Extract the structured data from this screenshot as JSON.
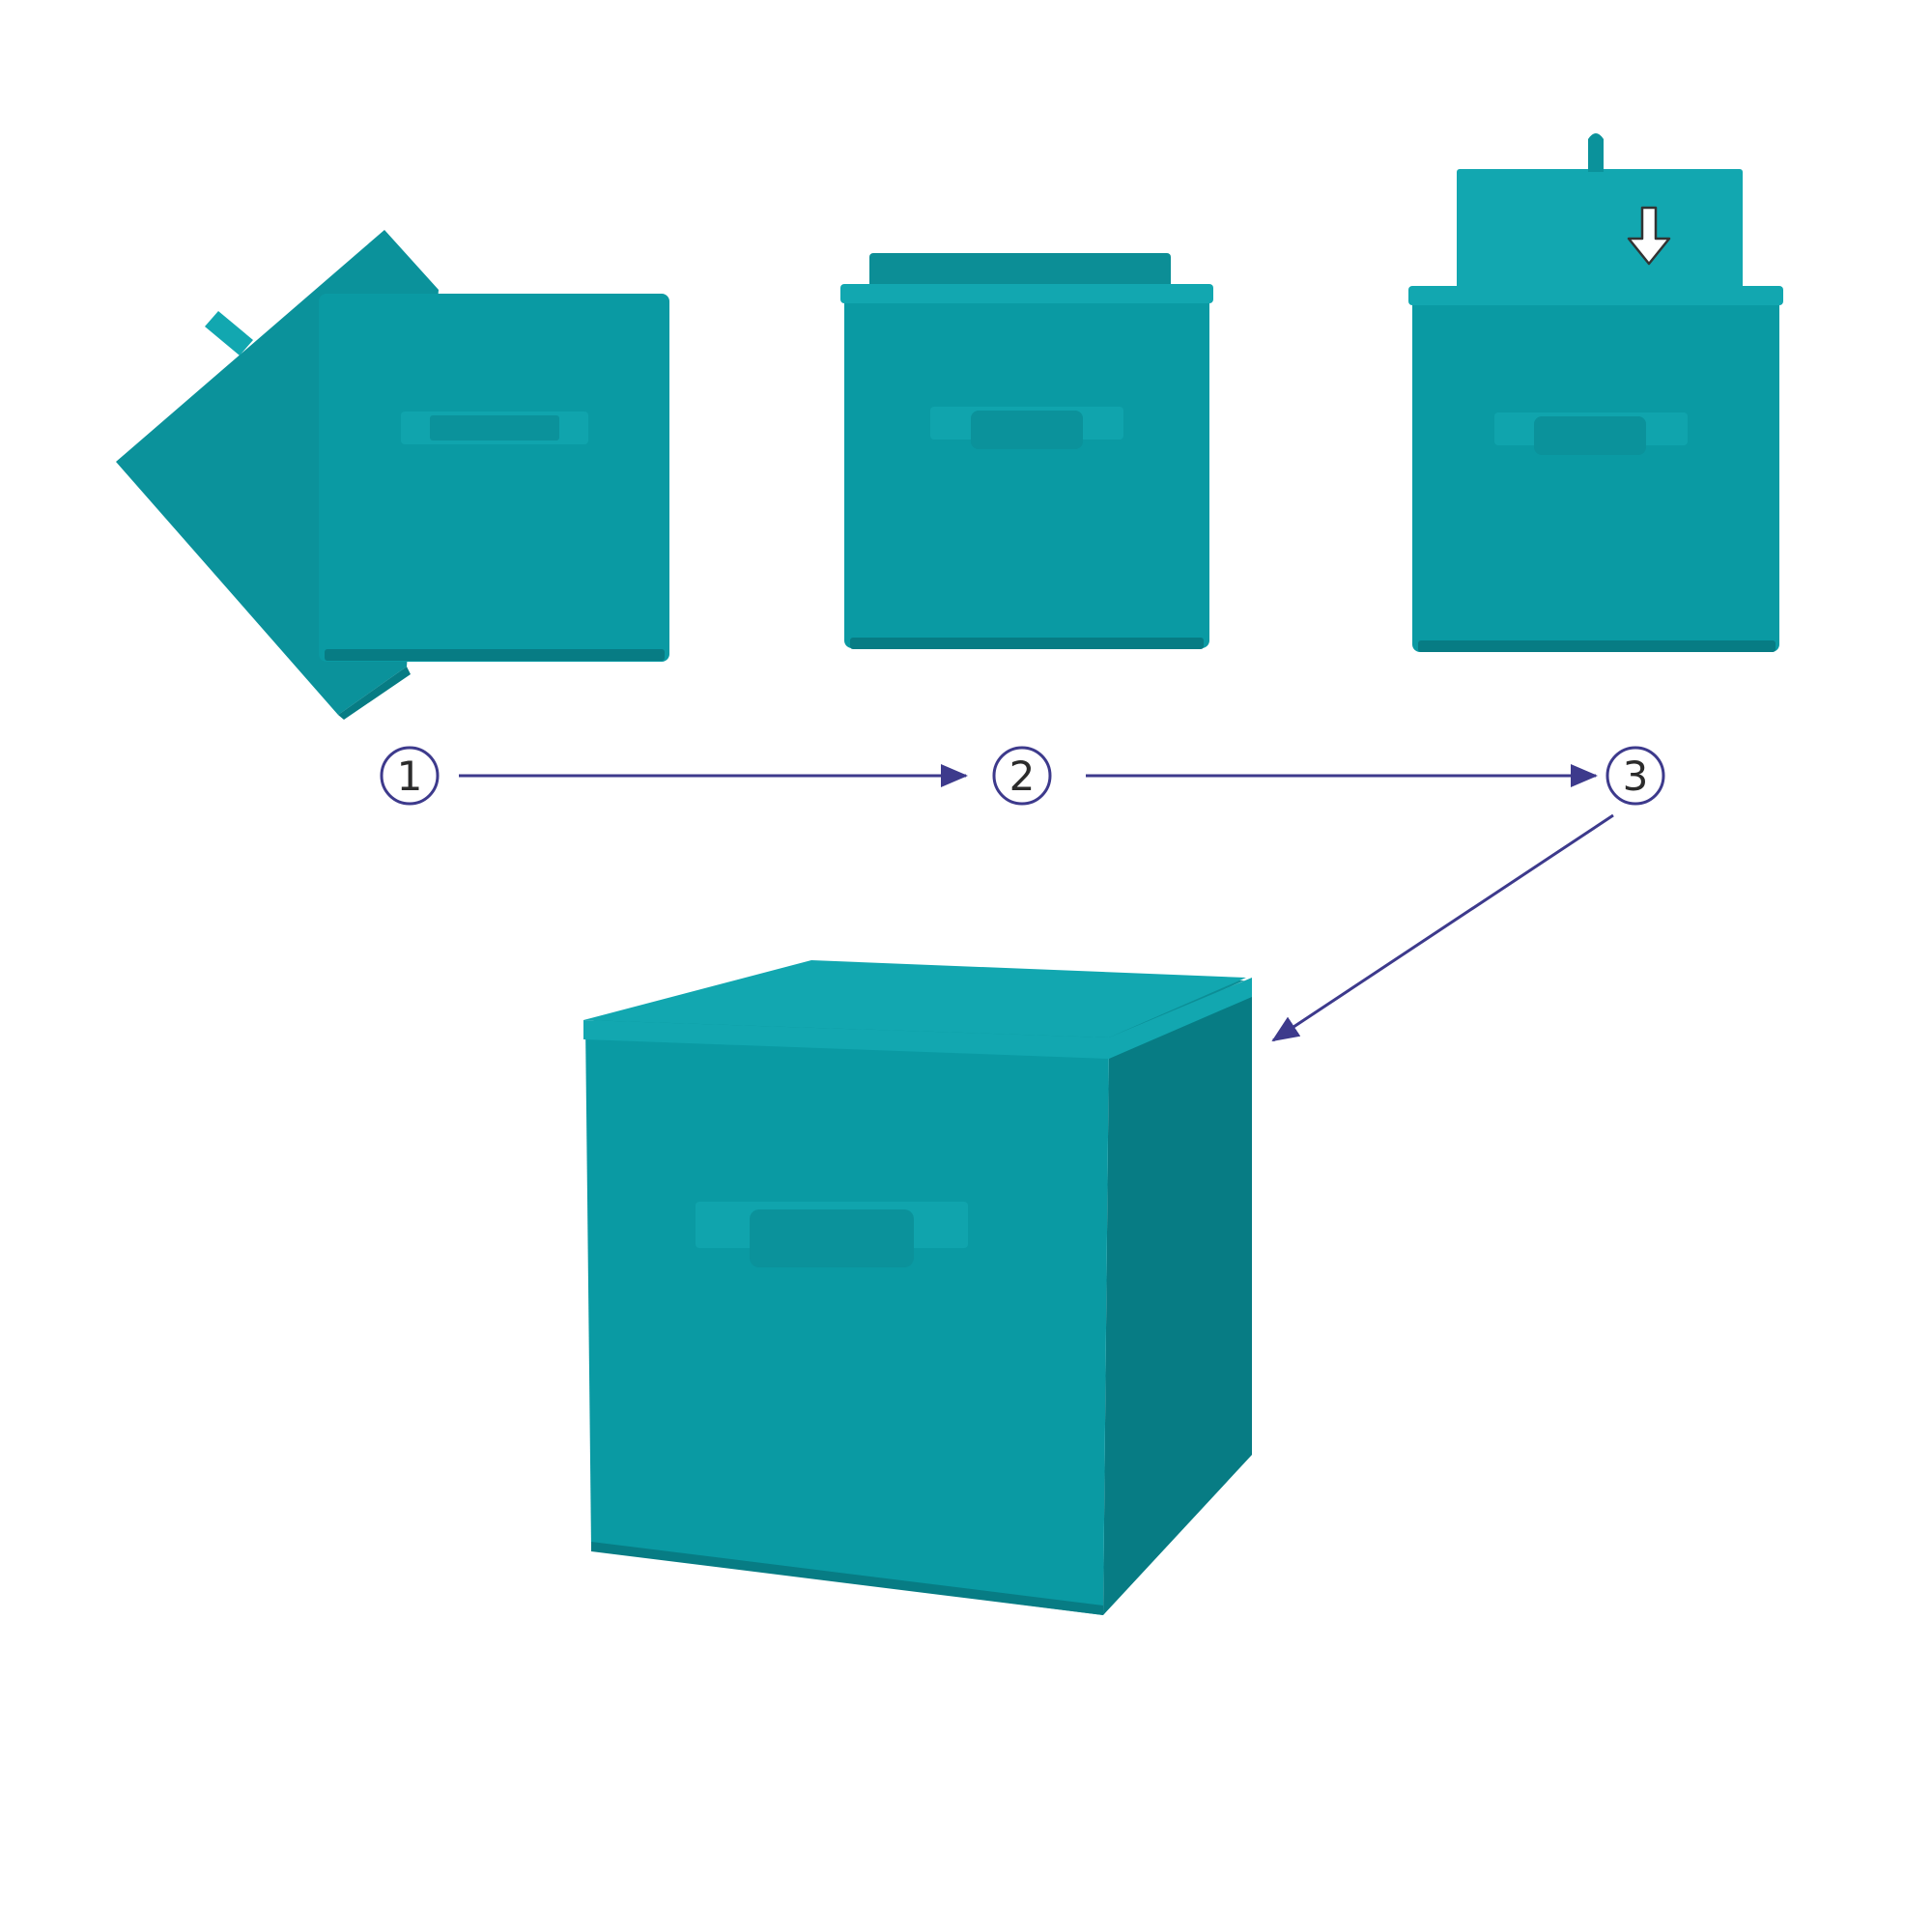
{
  "colors": {
    "teal": "#0a9aa3",
    "teal_light": "#12a7b0",
    "teal_mid": "#0b929b",
    "teal_dark": "#077c84",
    "teal_inner": "#0c8e96",
    "handle": "#10a4ad",
    "arrow": "#3d3a8c",
    "circle": "#3d3a8c",
    "hint_arrow_fill": "#ffffff",
    "hint_arrow_stroke": "#333333"
  },
  "steps": [
    {
      "number": "1",
      "icon": "folded-box-icon"
    },
    {
      "number": "2",
      "icon": "partly-unfolded-box-icon"
    },
    {
      "number": "3",
      "icon": "box-with-bottom-insert-icon"
    }
  ],
  "result": {
    "icon": "assembled-storage-cube-icon"
  }
}
